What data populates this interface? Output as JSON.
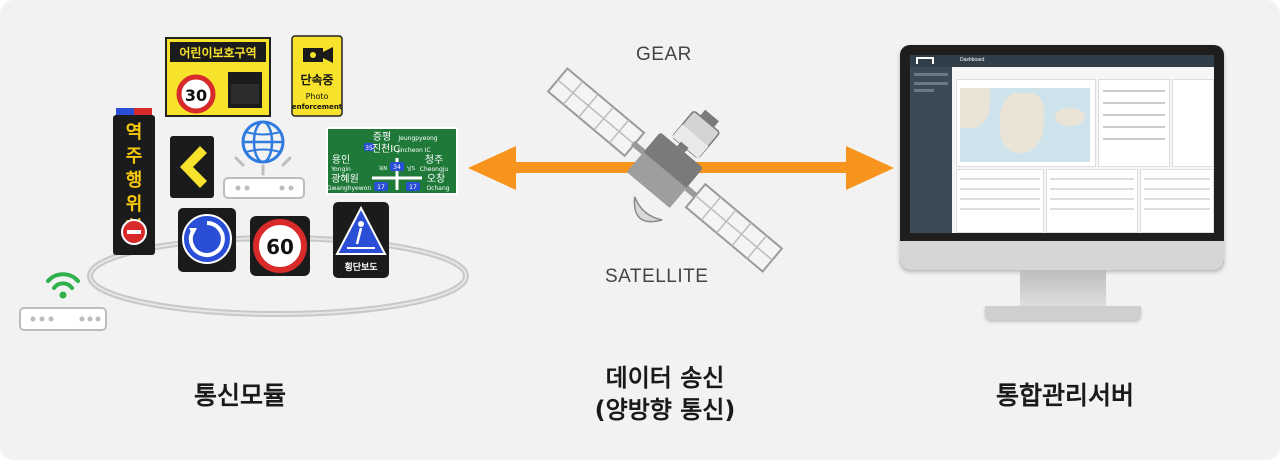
{
  "left": {
    "caption": "통신모듈",
    "signs": {
      "school_zone": "어린이보호구역",
      "speed_30": "30",
      "speed_60": "60",
      "enforcement_title": "단속중",
      "enforcement_sub1": "Photo",
      "enforcement_sub2": "enforcement",
      "wrong_way_text": "역 주 행 위 험",
      "crosswalk": "횡단보도",
      "guide": {
        "top_kr": "증평",
        "top_en": "Jeungpyeong",
        "mid_badge": "35",
        "mid_kr": "진천IC",
        "mid_en": "Jincheon IC",
        "left1_kr": "용인",
        "left1_en": "Yongin",
        "left2_kr": "광혜원",
        "left2_en": "Gwanghyewon",
        "right1_kr": "청주",
        "right1_en": "Cheongju",
        "right2_kr": "오창",
        "right2_en": "Ochang",
        "north_label": "북N",
        "south_label": "남S",
        "route_center": "34",
        "route_left": "17",
        "route_right": "17"
      }
    }
  },
  "center": {
    "gear_label": "GEAR",
    "satellite_label": "SATELLITE",
    "caption_line1": "데이터 송신",
    "caption_line2": "(양방향 통신)",
    "arrow_color": "#f7941d"
  },
  "right": {
    "caption": "통합관리서버",
    "screen_header": "Dashboard"
  }
}
